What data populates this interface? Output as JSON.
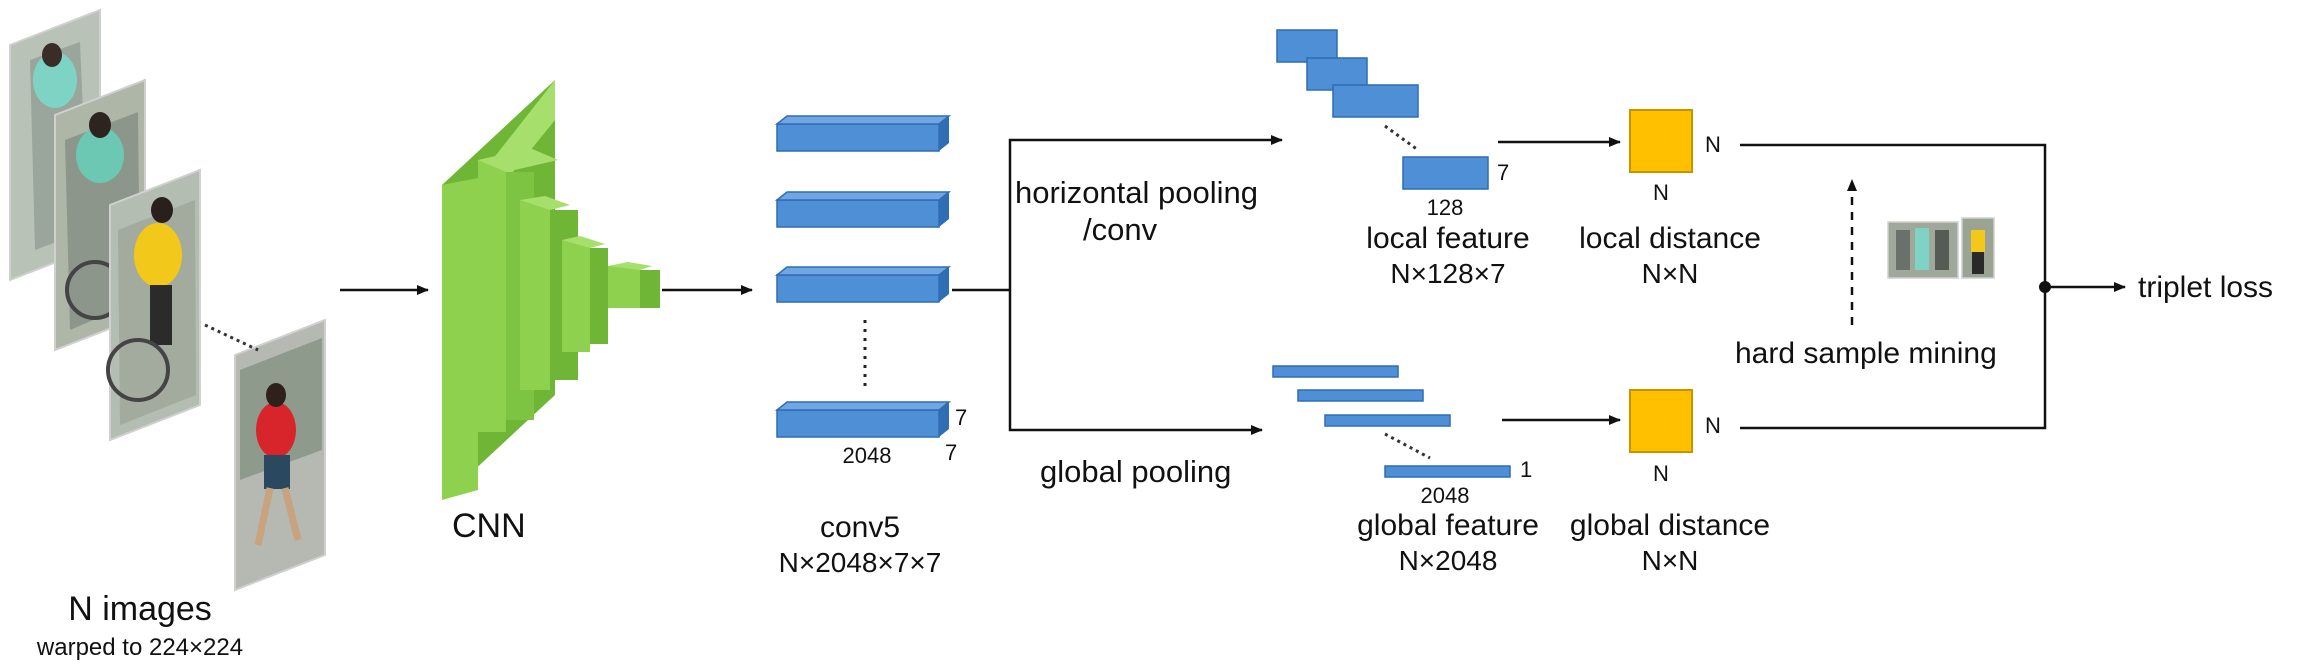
{
  "labels": {
    "n_images": "N images",
    "warped": "warped to 224×224",
    "cnn": "CNN",
    "conv5": "conv5",
    "conv5_shape": "N×2048×7×7",
    "conv5_dim_w": "2048",
    "conv5_dim_h1": "7",
    "conv5_dim_h2": "7",
    "horizontal_pooling_1": "horizontal pooling",
    "horizontal_pooling_2": "/conv",
    "global_pooling": "global pooling",
    "local_feature": "local feature",
    "local_feature_shape": "N×128×7",
    "local_dim_w": "128",
    "local_dim_h": "7",
    "global_feature": "global feature",
    "global_feature_shape": "N×2048",
    "global_dim_w": "2048",
    "global_dim_h": "1",
    "local_distance": "local distance",
    "local_distance_shape": "N×N",
    "global_distance": "global distance",
    "global_distance_shape": "N×N",
    "local_mat_right": "N",
    "local_mat_bottom": "N",
    "global_mat_right": "N",
    "global_mat_bottom": "N",
    "hard_sample_mining": "hard sample mining",
    "triplet_loss": "triplet loss"
  },
  "colors": {
    "cnn_green": "#8ed14f",
    "cnn_green_dark": "#6fb636",
    "feature_blue": "#4f8fd6",
    "feature_blue_dark": "#2f6db4",
    "matrix_yellow": "#ffc000",
    "matrix_border": "#c99400",
    "photo_frame": "#d0d0d0"
  }
}
